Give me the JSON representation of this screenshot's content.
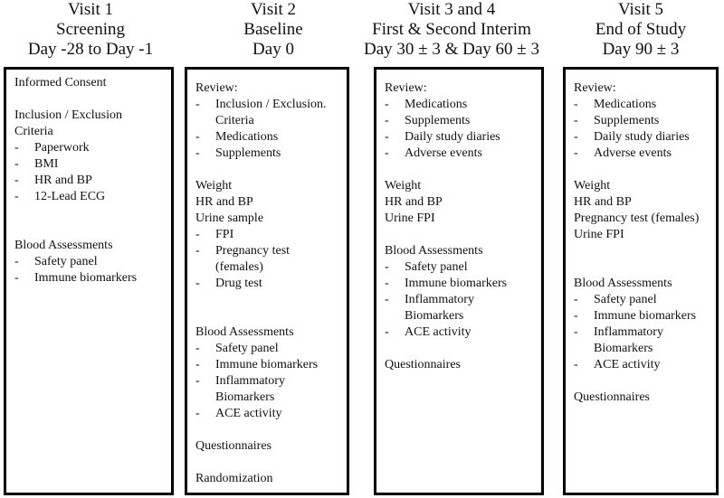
{
  "visits": [
    {
      "header": [
        "Visit 1",
        "Screening",
        "Day -28 to Day -1"
      ],
      "blocks": [
        {
          "lines": [
            "Informed Consent"
          ]
        },
        {
          "lines": [
            "Inclusion / Exclusion",
            "Criteria"
          ],
          "items": [
            [
              "Paperwork"
            ],
            [
              "BMI"
            ],
            [
              "HR and BP"
            ],
            [
              "12-Lead ECG"
            ]
          ]
        },
        {
          "lines": [
            "Blood Assessments"
          ],
          "items": [
            [
              "Safety panel"
            ],
            [
              "Immune biomarkers"
            ]
          ]
        }
      ]
    },
    {
      "header": [
        "Visit 2",
        "Baseline",
        "Day 0"
      ],
      "blocks": [
        {
          "lines": [
            "Review:"
          ],
          "items": [
            [
              "Inclusion / Exclusion.",
              "Criteria"
            ],
            [
              "Medications"
            ],
            [
              "Supplements"
            ]
          ]
        },
        {
          "lines": [
            "Weight",
            "HR and BP",
            "Urine sample"
          ],
          "items": [
            [
              "FPI"
            ],
            [
              "Pregnancy test",
              "(females)"
            ],
            [
              "Drug test"
            ]
          ]
        },
        {
          "lines": [],
          "spacer": true
        },
        {
          "lines": [
            "Blood Assessments"
          ],
          "items": [
            [
              "Safety panel"
            ],
            [
              "Immune biomarkers"
            ],
            [
              "Inflammatory",
              "Biomarkers"
            ],
            [
              "ACE activity"
            ]
          ]
        },
        {
          "lines": [
            "Questionnaires"
          ]
        },
        {
          "lines": [
            "Randomization"
          ]
        }
      ]
    },
    {
      "header": [
        "Visit 3 and 4",
        "First & Second Interim",
        "Day 30 ± 3 & Day 60 ± 3"
      ],
      "blocks": [
        {
          "lines": [
            "Review:"
          ],
          "items": [
            [
              "Medications"
            ],
            [
              "Supplements"
            ],
            [
              "Daily study diaries"
            ],
            [
              "Adverse events"
            ]
          ]
        },
        {
          "lines": [
            "Weight",
            "HR and BP",
            "Urine FPI"
          ]
        },
        {
          "lines": [
            "Blood Assessments"
          ],
          "items": [
            [
              "Safety panel"
            ],
            [
              "Immune biomarkers"
            ],
            [
              "Inflammatory",
              "Biomarkers"
            ],
            [
              "ACE activity"
            ]
          ]
        },
        {
          "lines": [
            "Questionnaires"
          ]
        }
      ]
    },
    {
      "header": [
        "Visit 5",
        "End of Study",
        "Day 90 ± 3"
      ],
      "blocks": [
        {
          "lines": [
            "Review:"
          ],
          "items": [
            [
              "Medications"
            ],
            [
              "Supplements"
            ],
            [
              "Daily study diaries"
            ],
            [
              "Adverse events"
            ]
          ]
        },
        {
          "lines": [
            "Weight",
            "HR and BP",
            "Pregnancy test (females)",
            "Urine FPI"
          ]
        },
        {
          "lines": [],
          "spacer": true
        },
        {
          "lines": [
            "Blood Assessments"
          ],
          "items": [
            [
              "Safety panel"
            ],
            [
              "Immune biomarkers"
            ],
            [
              "Inflammatory",
              "Biomarkers"
            ],
            [
              "ACE activity"
            ]
          ]
        },
        {
          "lines": [
            "Questionnaires"
          ]
        }
      ]
    }
  ]
}
